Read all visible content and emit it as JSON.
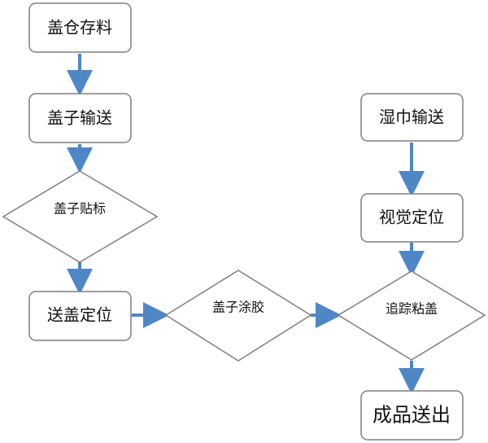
{
  "colors": {
    "box_stroke": "#7f7f7f",
    "box_fill": "#ffffff",
    "arrow": "#4f87c6",
    "text": "#111111"
  },
  "nodes": {
    "cap_storage": "盖仓存料",
    "cap_conveying": "盖子输送",
    "cap_labeling": "盖子贴标",
    "cap_positioning": "送盖定位",
    "cap_gluing": "盖子涂胶",
    "wipe_conveying": "湿巾输送",
    "visual_positioning": "视觉定位",
    "tracking_capping": "追踪粘盖",
    "finished_output": "成品送出"
  }
}
